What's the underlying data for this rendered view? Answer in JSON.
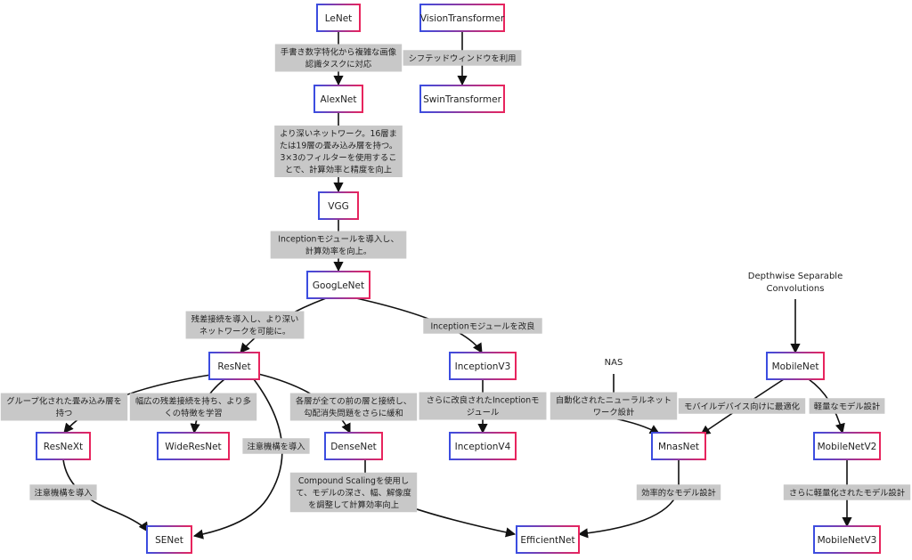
{
  "colors": {
    "node_gradient_start": "#3b4de0",
    "node_gradient_end": "#e8245d",
    "edge": "#111111",
    "label_background": "#c8c8c8"
  },
  "nodes": {
    "lenet": "LeNet",
    "alexnet": "AlexNet",
    "vgg": "VGG",
    "googlenet": "GoogLeNet",
    "resnet": "ResNet",
    "resnext": "ResNeXt",
    "wideresnet": "WideResNet",
    "densenet": "DenseNet",
    "senet": "SENet",
    "inceptionv3": "InceptionV3",
    "inceptionv4": "InceptionV4",
    "efficientnet": "EfficientNet",
    "mnasnet": "MnasNet",
    "mobilenet": "MobileNet",
    "mobilenetv2": "MobileNetV2",
    "mobilenetv3": "MobileNetV3",
    "vit": "VisionTransformer",
    "swin": "SwinTransformer"
  },
  "free_nodes": {
    "nas": "NAS",
    "depthwise": [
      "Depthwise Separable",
      "Convolutions"
    ]
  },
  "edge_labels": {
    "lenet_alexnet": [
      "手書き数字特化から複雑な画像",
      "認識タスクに対応"
    ],
    "alexnet_vgg": [
      "より深いネットワーク。16層ま",
      "たは19層の畳み込み層を持つ。",
      "3×3のフィルターを使用するこ",
      "とで、計算効率と精度を向上"
    ],
    "vgg_googlenet": [
      "Inceptionモジュールを導入し、",
      "計算効率を向上。"
    ],
    "googlenet_resnet": [
      "残差接続を導入し、より深い",
      "ネットワークを可能に。"
    ],
    "googlenet_inceptionv3": [
      "Inceptionモジュールを改良"
    ],
    "inceptionv3_inceptionv4": [
      "さらに改良されたInceptionモ",
      "ジュール"
    ],
    "resnet_resnext": [
      "グループ化された畳み込み層を",
      "持つ"
    ],
    "resnet_wideresnet": [
      "幅広の残差接続を持ち、より多",
      "くの特徴を学習"
    ],
    "resnet_senet": [
      "注意機構を導入"
    ],
    "resnet_densenet": [
      "各層が全ての前の層と接続し、",
      "勾配消失問題をさらに緩和"
    ],
    "resnext_senet": [
      "注意機構を導入"
    ],
    "densenet_efficientnet": [
      "Compound Scalingを使用し",
      "て、モデルの深さ、幅、解像度",
      "を調整して計算効率向上"
    ],
    "nas_mnasnet": [
      "自動化されたニューラルネット",
      "ワーク設計"
    ],
    "mobilenet_mnasnet": [
      "モバイルデバイス向けに最適化"
    ],
    "mobilenet_mobilenetv2": [
      "軽量なモデル設計"
    ],
    "mnasnet_efficientnet": [
      "効率的なモデル設計"
    ],
    "mobilenetv2_mobilenetv3": [
      "さらに軽量化されたモデル設計"
    ],
    "vit_swin": [
      "シフテッドウィンドウを利用"
    ]
  }
}
